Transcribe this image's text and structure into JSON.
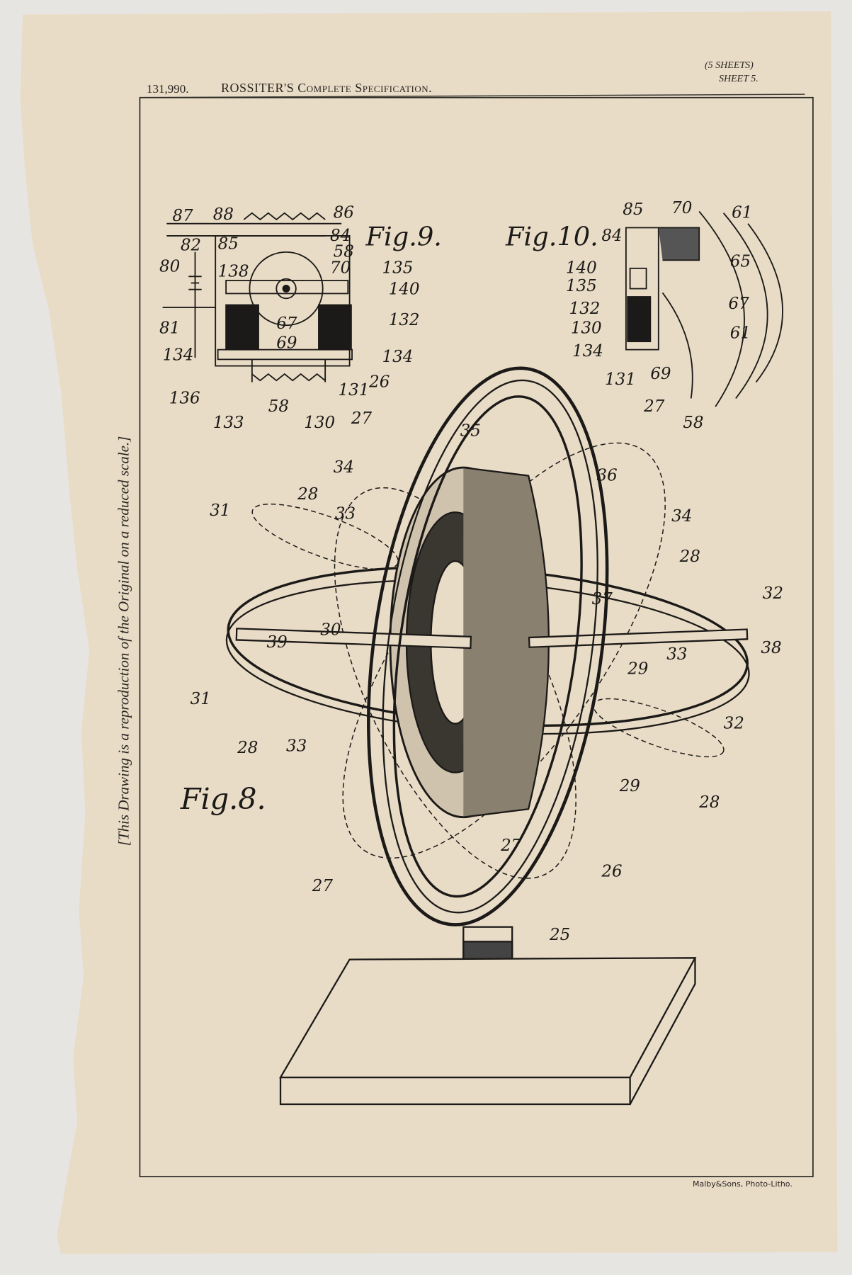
{
  "header": {
    "patent_number": "131,990.",
    "title": "ROSSITER'S Complete Specification.",
    "sheets": "(5 SHEETS)",
    "sheet_number": "SHEET 5."
  },
  "side_note": "[This Drawing is a reproduction of the Original on a reduced scale.]",
  "footer": "Malby&Sons, Photo-Litho.",
  "figures": {
    "fig9": "Fig.9.",
    "fig10": "Fig.10.",
    "fig8": "Fig.8."
  },
  "callouts": {
    "fig9": [
      "87",
      "88",
      "86",
      "85",
      "84",
      "82",
      "58",
      "80",
      "138",
      "70",
      "135",
      "140",
      "132",
      "81",
      "67",
      "69",
      "134",
      "134",
      "136",
      "131",
      "58",
      "133",
      "130"
    ],
    "fig10": [
      "85",
      "70",
      "61",
      "84",
      "65",
      "140",
      "135",
      "67",
      "132",
      "130",
      "61",
      "134",
      "131",
      "69",
      "58"
    ],
    "fig8": [
      "26",
      "27",
      "27",
      "35",
      "36",
      "34",
      "34",
      "28",
      "31",
      "33",
      "28",
      "32",
      "37",
      "30",
      "39",
      "33",
      "38",
      "29",
      "31",
      "28",
      "33",
      "32",
      "29",
      "28",
      "27",
      "26",
      "27",
      "25"
    ]
  },
  "colors": {
    "paper": "#e9dcc6",
    "ink": "#1c1a18",
    "background": "#e6e5e1"
  }
}
